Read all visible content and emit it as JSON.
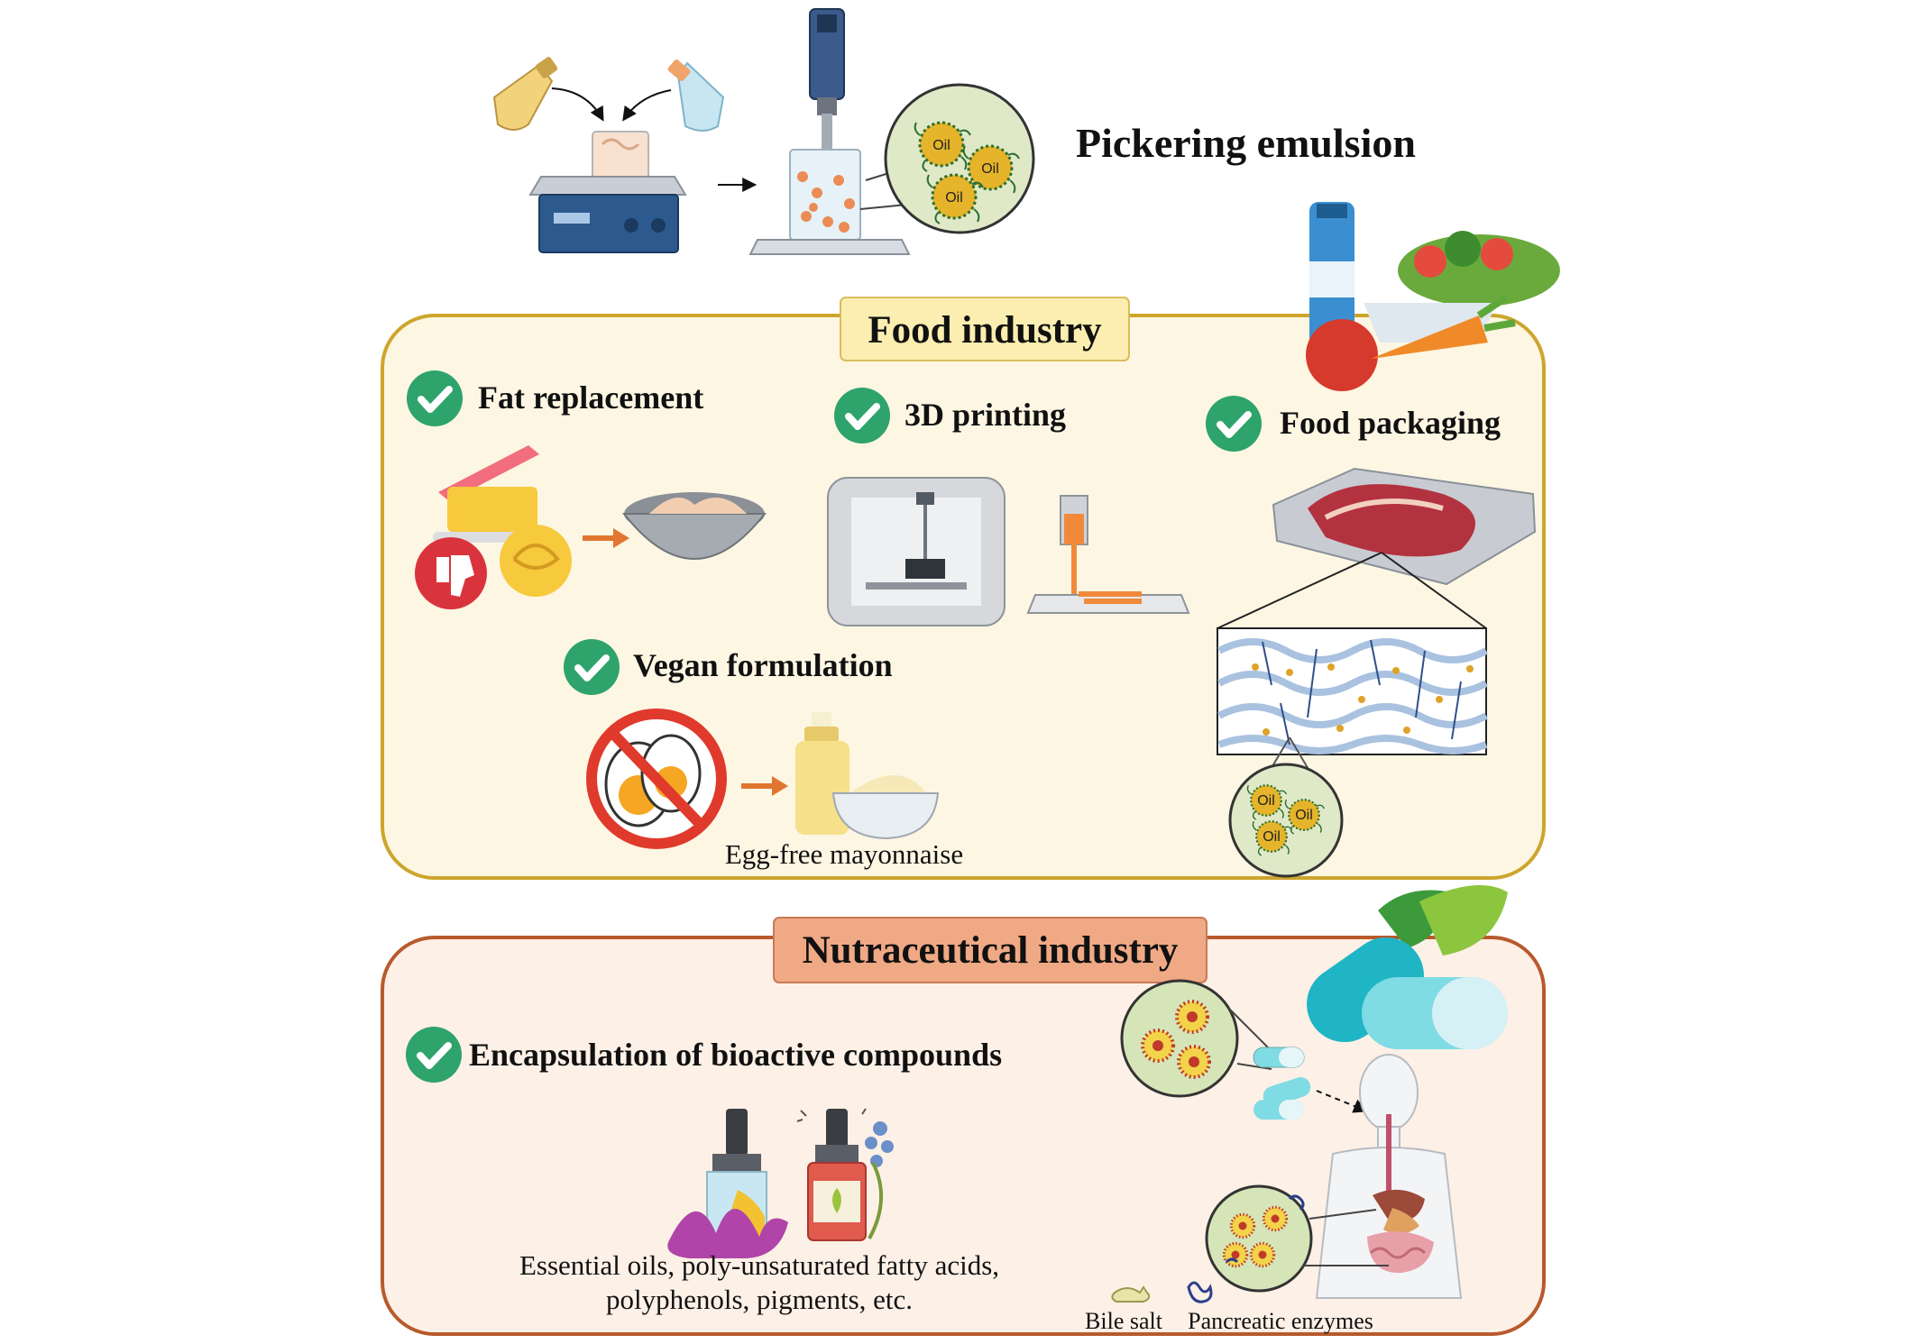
{
  "title": "Pickering emulsion",
  "oil_label": "Oil",
  "food": {
    "header": "Food industry",
    "items": {
      "fat": "Fat replacement",
      "print3d": "3D printing",
      "packaging": "Food packaging",
      "vegan": "Vegan formulation"
    },
    "mayo_caption": "Egg-free mayonnaise"
  },
  "nutra": {
    "header": "Nutraceutical industry",
    "item": "Encapsulation of bioactive compounds",
    "examples_line1": "Essential oils, poly-unsaturated fatty acids,",
    "examples_line2": "polyphenols, pigments, etc.",
    "bile_salt": "Bile salt",
    "enzymes": "Pancreatic enzymes"
  },
  "colors": {
    "food_fill": "#fdf6e3",
    "food_border": "#cda52c",
    "food_label_fill": "#fbeeb0",
    "nutra_fill": "#fdf0e6",
    "nutra_border": "#b85a2c",
    "nutra_label_fill": "#f0a985",
    "check_green": "#2ea36b",
    "arrow_orange": "#e0762f",
    "oil_droplet": "#e5b42a"
  }
}
